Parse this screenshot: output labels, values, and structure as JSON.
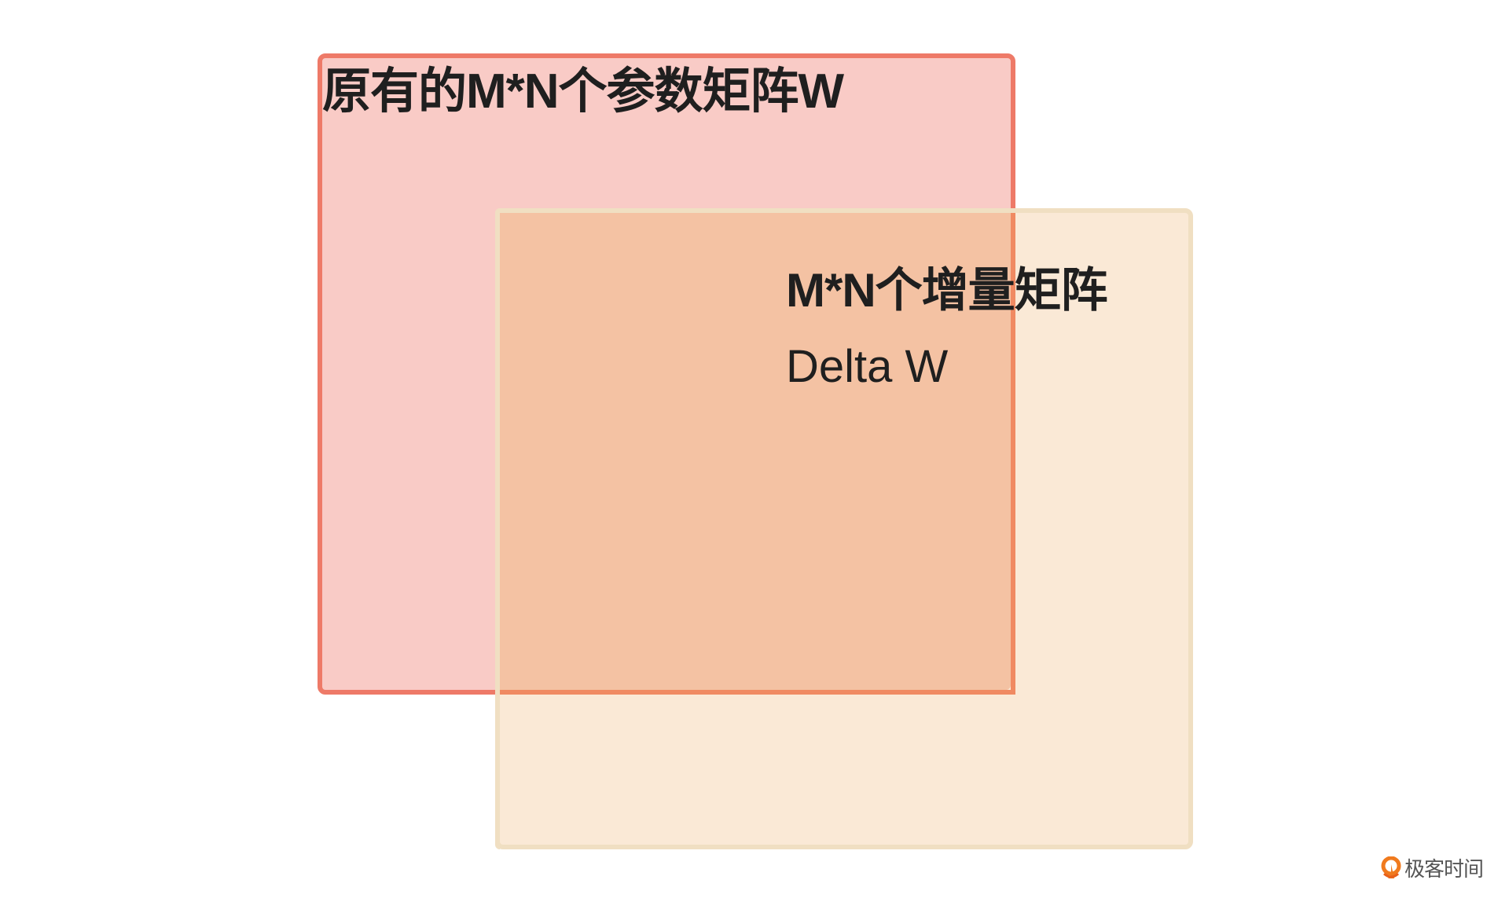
{
  "diagram": {
    "original_matrix": {
      "label": "原有的M*N个参数矩阵W",
      "fill_color": "#f6c8c4",
      "border_color": "#ee7a68"
    },
    "delta_matrix": {
      "title": "M*N个增量矩阵",
      "subtitle": "Delta W",
      "fill_color": "#fae9d6",
      "border_color": "#f0dfc2"
    },
    "overlap": {
      "fill_color": "#f4c2a3",
      "border_color": "#f08a62"
    }
  },
  "watermark": {
    "brand_name": "极客时间",
    "logo_icon": "geektime-logo-icon",
    "logo_color": "#f07a1e"
  }
}
